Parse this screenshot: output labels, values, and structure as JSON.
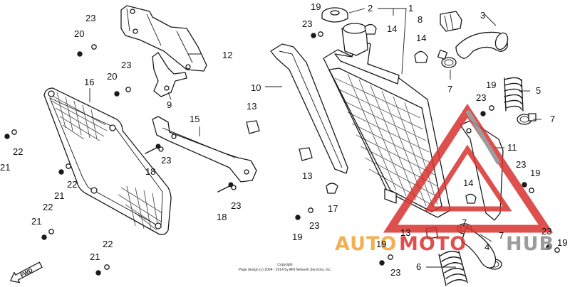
{
  "diagram": {
    "callouts": [
      {
        "id": "c1",
        "text": "1"
      },
      {
        "id": "c2",
        "text": "2"
      },
      {
        "id": "c3",
        "text": "3"
      },
      {
        "id": "c4",
        "text": "4"
      },
      {
        "id": "c5",
        "text": "5"
      },
      {
        "id": "c6",
        "text": "6"
      },
      {
        "id": "c7a",
        "text": "7"
      },
      {
        "id": "c7b",
        "text": "7"
      },
      {
        "id": "c7c",
        "text": "7"
      },
      {
        "id": "c7d",
        "text": "7"
      },
      {
        "id": "c8",
        "text": "8"
      },
      {
        "id": "c9",
        "text": "9"
      },
      {
        "id": "c10",
        "text": "10"
      },
      {
        "id": "c11",
        "text": "11"
      },
      {
        "id": "c12",
        "text": "12"
      },
      {
        "id": "c13a",
        "text": "13"
      },
      {
        "id": "c13b",
        "text": "13"
      },
      {
        "id": "c13c",
        "text": "13"
      },
      {
        "id": "c14a",
        "text": "14"
      },
      {
        "id": "c14b",
        "text": "14"
      },
      {
        "id": "c14c",
        "text": "14"
      },
      {
        "id": "c15",
        "text": "15"
      },
      {
        "id": "c16",
        "text": "16"
      },
      {
        "id": "c17",
        "text": "17"
      },
      {
        "id": "c18a",
        "text": "18"
      },
      {
        "id": "c18b",
        "text": "18"
      },
      {
        "id": "c19a",
        "text": "19"
      },
      {
        "id": "c19b",
        "text": "19"
      },
      {
        "id": "c19c",
        "text": "19"
      },
      {
        "id": "c19d",
        "text": "19"
      },
      {
        "id": "c19e",
        "text": "19"
      },
      {
        "id": "c19f",
        "text": "19"
      },
      {
        "id": "c20a",
        "text": "20"
      },
      {
        "id": "c20b",
        "text": "20"
      },
      {
        "id": "c21a",
        "text": "21"
      },
      {
        "id": "c21b",
        "text": "21"
      },
      {
        "id": "c21c",
        "text": "21"
      },
      {
        "id": "c21d",
        "text": "21"
      },
      {
        "id": "c22a",
        "text": "22"
      },
      {
        "id": "c22b",
        "text": "22"
      },
      {
        "id": "c22c",
        "text": "22"
      },
      {
        "id": "c22d",
        "text": "22"
      },
      {
        "id": "c23a",
        "text": "23"
      },
      {
        "id": "c23b",
        "text": "23"
      },
      {
        "id": "c23c",
        "text": "23"
      },
      {
        "id": "c23d",
        "text": "23"
      },
      {
        "id": "c23e",
        "text": "23"
      },
      {
        "id": "c23f",
        "text": "23"
      },
      {
        "id": "c23g",
        "text": "23"
      },
      {
        "id": "c23h",
        "text": "23"
      },
      {
        "id": "c23i",
        "text": "23"
      },
      {
        "id": "c23j",
        "text": "23"
      }
    ],
    "direction_arrow": "FWD",
    "copyright_line1": "Copyright",
    "copyright_line2": "Page design (c) 2004 - 2014 by ARI Network Services, Inc."
  },
  "watermark": {
    "text_auto": "AUTO",
    "text_moto": "MOTO",
    "text_hub": "HUB",
    "colors": {
      "red": "#d9322e",
      "orange": "#f0a236",
      "gray": "#8b8b8b"
    }
  }
}
